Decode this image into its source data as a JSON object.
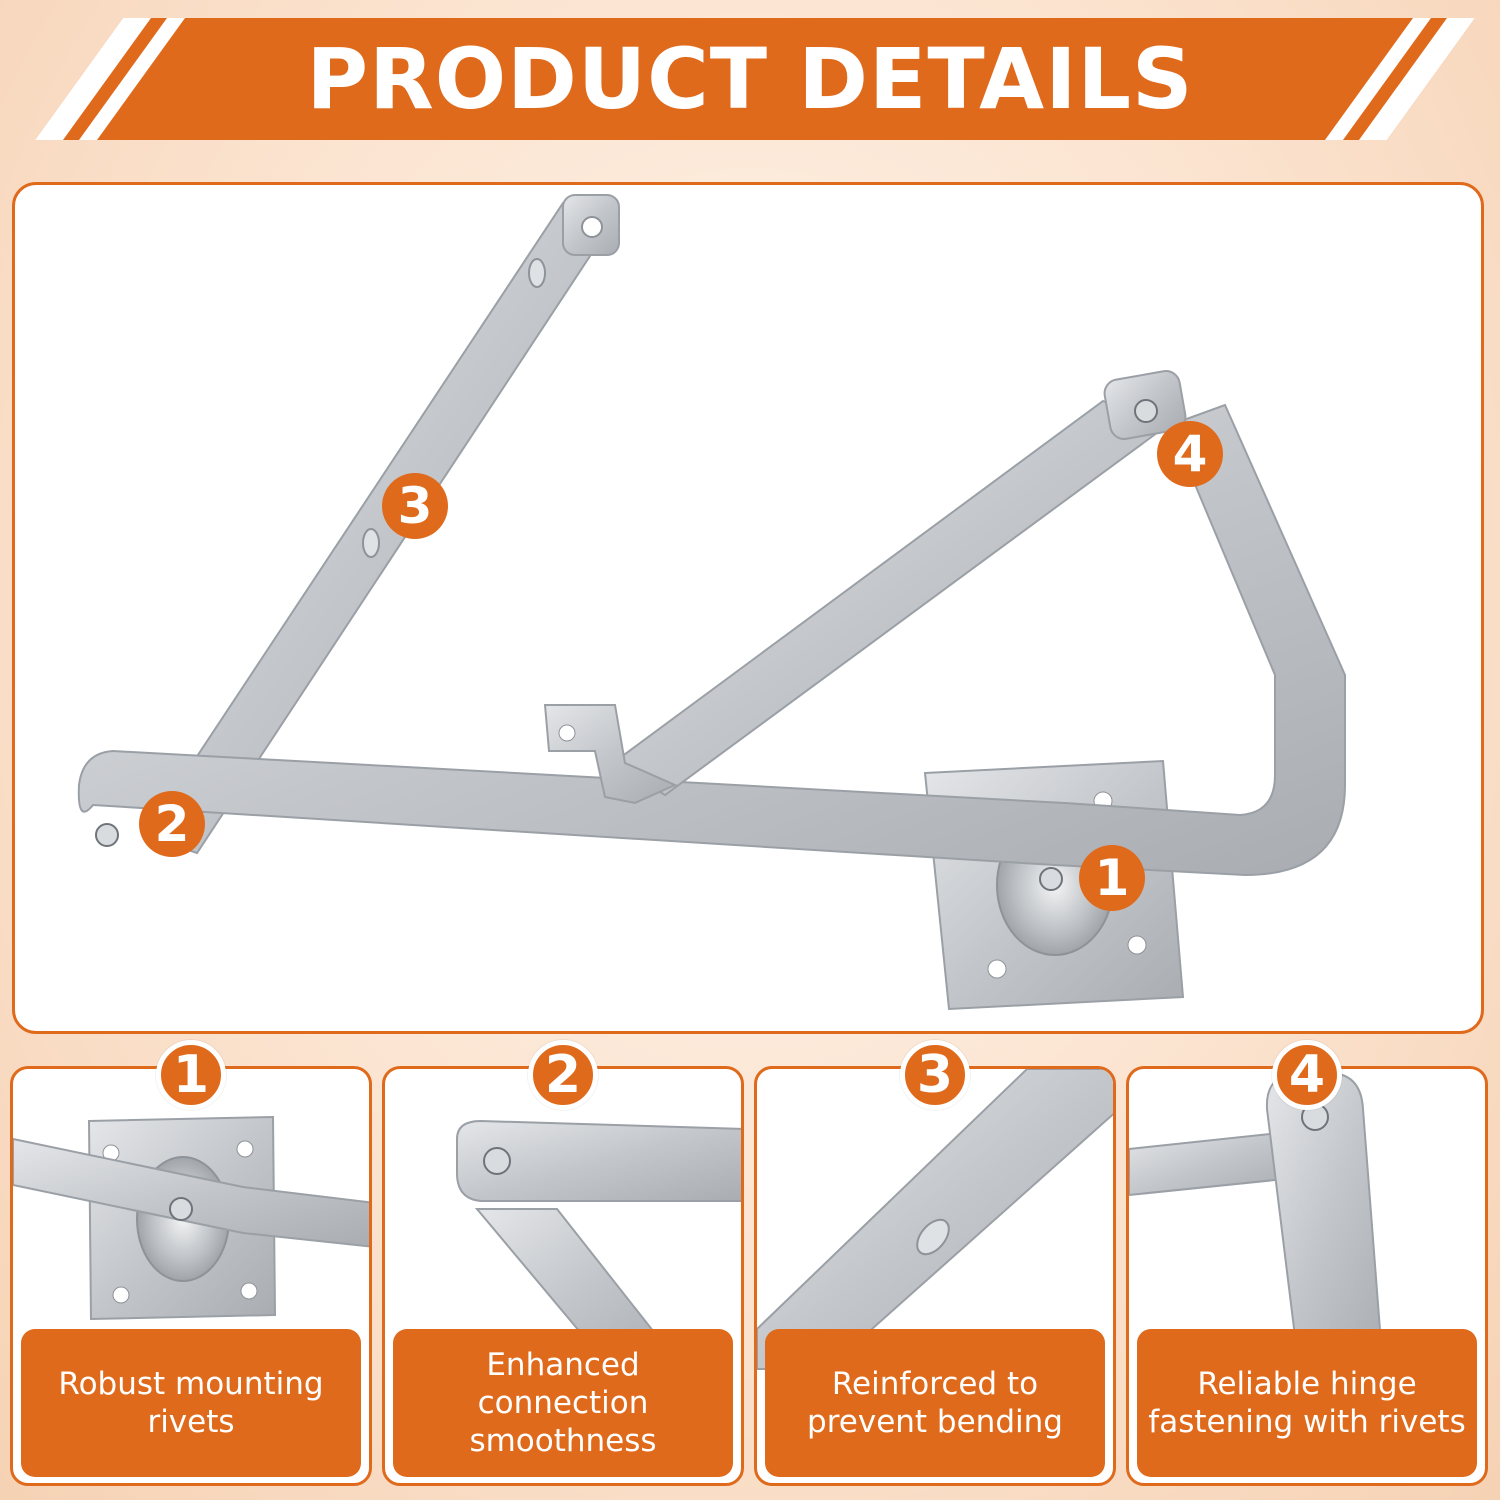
{
  "header": {
    "title": "PRODUCT DETAILS"
  },
  "colors": {
    "accent": "#e06a1c",
    "metal": "#c6c9cd",
    "metal_dark": "#8e9399",
    "metal_light": "#e8eaec"
  },
  "main_image": {
    "badges": [
      "1",
      "2",
      "3",
      "4"
    ]
  },
  "details": [
    {
      "number": "1",
      "caption": "Robust mounting\nrivets"
    },
    {
      "number": "2",
      "caption": "Enhanced connection\nsmoothness"
    },
    {
      "number": "3",
      "caption": "Reinforced to\nprevent bending"
    },
    {
      "number": "4",
      "caption": "Reliable hinge\nfastening with rivets"
    }
  ]
}
